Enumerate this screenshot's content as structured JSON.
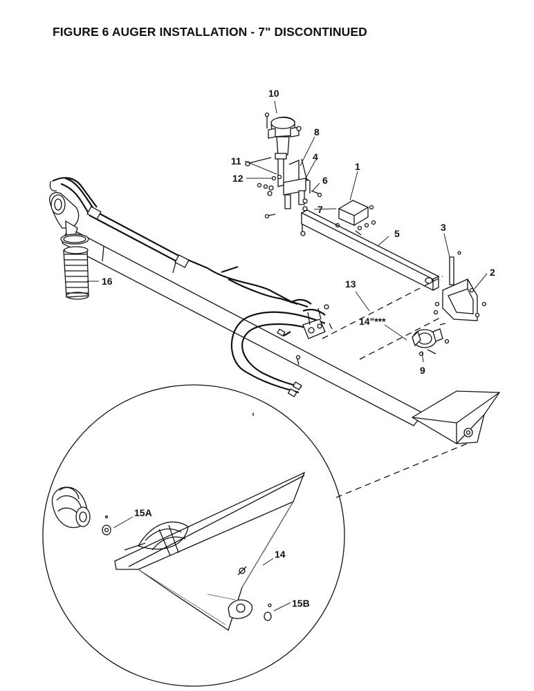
{
  "title": "FIGURE 6 AUGER INSTALLATION - 7\" DISCONTINUED",
  "labels": {
    "p1": "1",
    "p2": "2",
    "p3": "3",
    "p4": "4",
    "p5": "5",
    "p6": "6",
    "p7": "7",
    "p8": "8",
    "p9": "9",
    "p10": "10",
    "p11": "11",
    "p12": "12",
    "p13": "13",
    "p14": "14",
    "p14note": "14\"***",
    "p15a": "15A",
    "p15b": "15B",
    "p16": "16",
    "tiny": "4"
  }
}
